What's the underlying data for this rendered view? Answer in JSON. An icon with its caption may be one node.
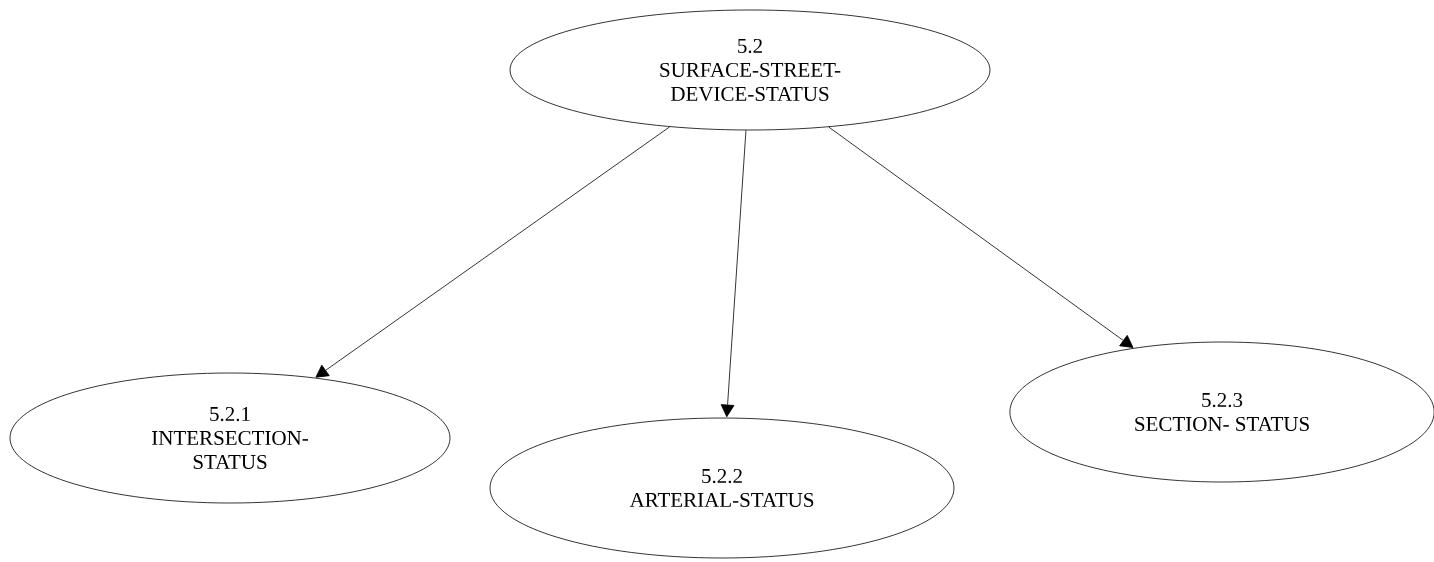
{
  "diagram": {
    "nodes": [
      {
        "text": [
          "5.2",
          "SURFACE-STREET- DEVICE-STATUS"
        ]
      },
      {
        "text": [
          "5.2.1",
          "INTERSECTION- STATUS"
        ]
      },
      {
        "text": [
          "5.2.2",
          "ARTERIAL-STATUS"
        ]
      },
      {
        "text": [
          "5.2.3",
          "SECTION- STATUS"
        ]
      }
    ],
    "edges": [
      {
        "from": 0,
        "to": 1,
        "arrow": "to"
      },
      {
        "from": 0,
        "to": 2,
        "arrow": "to"
      },
      {
        "from": 0,
        "to": 3,
        "arrow": "to"
      }
    ]
  }
}
